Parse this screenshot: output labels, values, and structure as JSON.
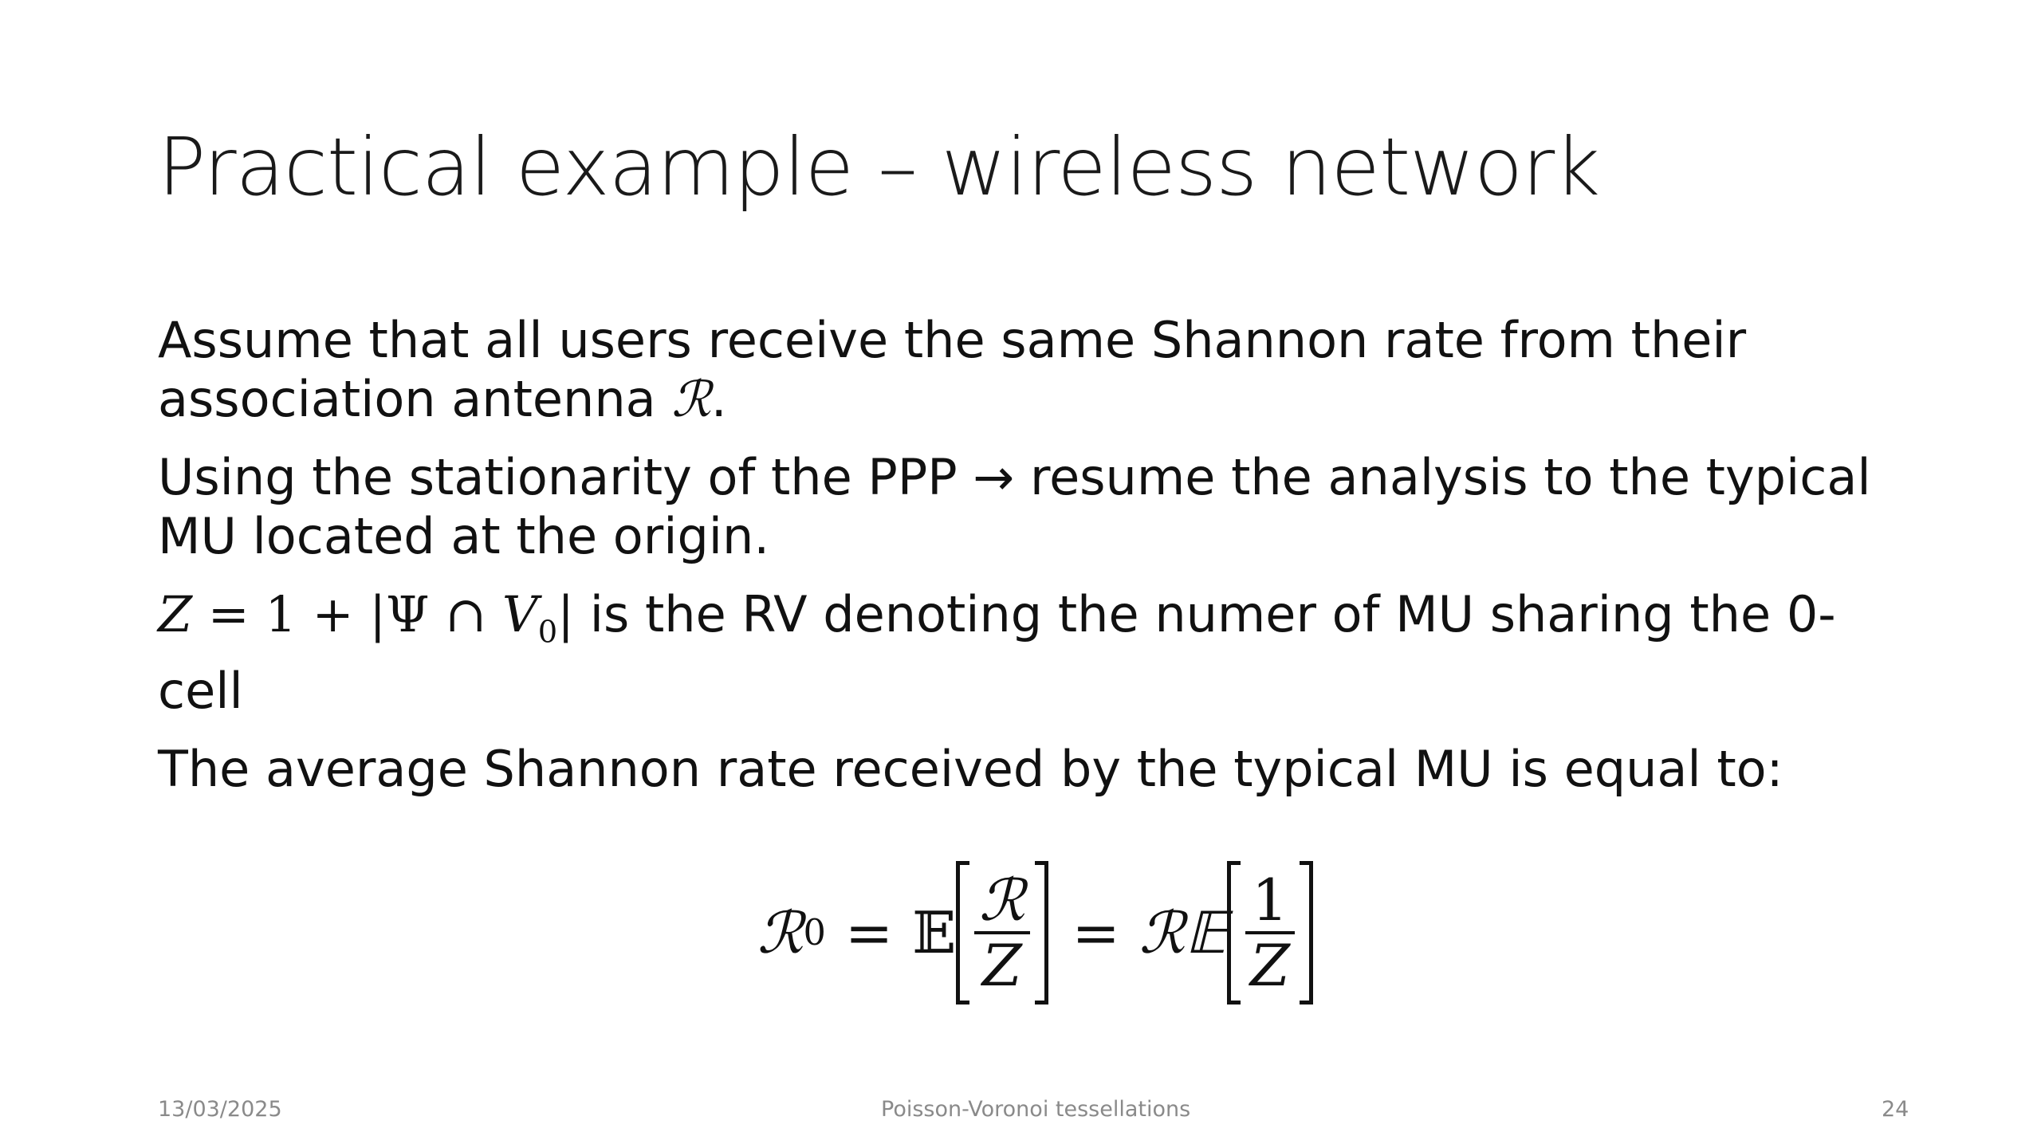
{
  "slide": {
    "title": "Practical example – wireless network",
    "paragraphs": {
      "p1": {
        "line1": "Assume that all users receive the same Shannon rate from their",
        "line2_text": "association antenna ",
        "line2_symbol": "ℛ",
        "line2_end": "."
      },
      "p2": {
        "line1": "Using the stationarity of the PPP → resume the analysis to the typical",
        "line2": "MU located at the origin."
      },
      "p3": {
        "math_z": "Z",
        "math_eq": " = 1 + |Ψ ∩ ",
        "math_v": "V",
        "math_v_sub": "0",
        "math_close": "|",
        "text": " is the RV denoting the numer of MU sharing the 0-",
        "line2": "cell"
      },
      "p4": {
        "line1": "The average Shannon rate received by the typical MU is equal to:"
      }
    },
    "equation": {
      "lhs_symbol": "ℛ",
      "lhs_sub": "0",
      "equals1": "=",
      "expectation1": "𝔼",
      "frac1_num": "ℛ",
      "frac1_den": "Z",
      "equals2": "=",
      "rhs_prefix": "ℛ𝔼",
      "frac2_num": "1",
      "frac2_den": "Z"
    },
    "footer": {
      "date": "13/03/2025",
      "center": "Poisson-Voronoi tessellations",
      "page": "24"
    }
  }
}
